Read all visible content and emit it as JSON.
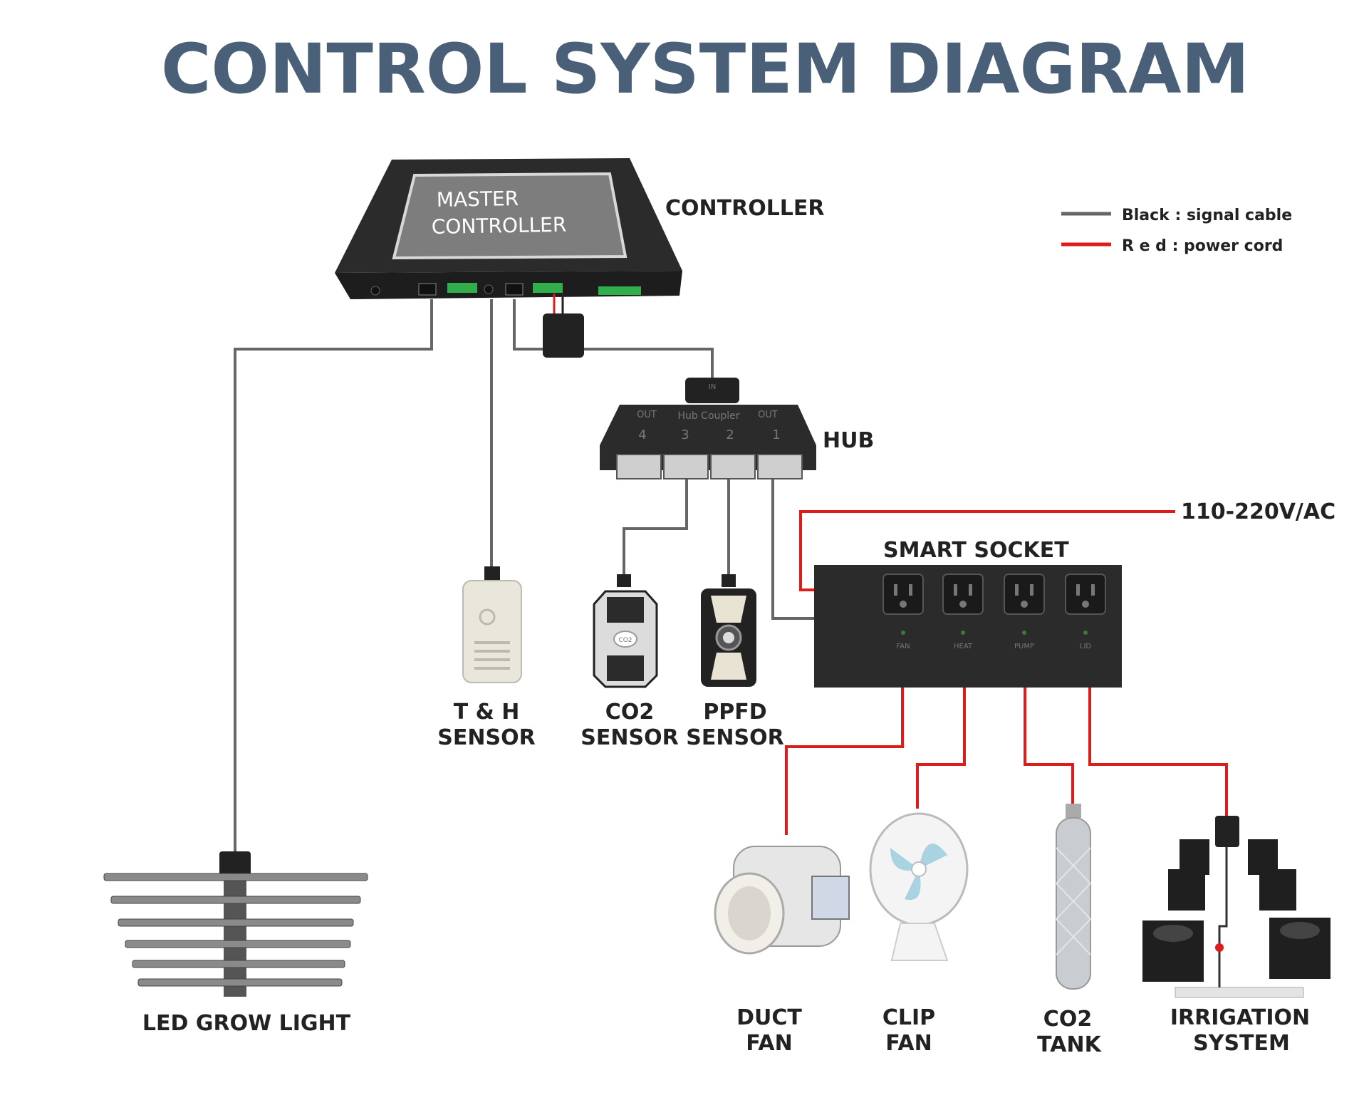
{
  "title": "CONTROL SYSTEM DIAGRAM",
  "legend": {
    "signal": {
      "label": "Black : signal cable",
      "color": "#666666"
    },
    "power": {
      "label": "R e d : power cord",
      "color": "#dd1c1c"
    }
  },
  "controller": {
    "screen_line1": "MASTER",
    "screen_line2": "CONTROLLER",
    "label": "CONTROLLER"
  },
  "hub": {
    "label": "HUB",
    "body_text": "Hub Coupler",
    "in_text": "IN",
    "out_text": "OUT",
    "ports": [
      "4",
      "3",
      "2",
      "1"
    ]
  },
  "power_input": {
    "label": "110-220V/AC"
  },
  "smart_socket": {
    "label": "SMART SOCKET",
    "outlets": [
      "FAN",
      "HEAT",
      "PUMP",
      "LID"
    ]
  },
  "sensors": [
    {
      "line1": "T & H",
      "line2": "SENSOR"
    },
    {
      "line1": "CO2",
      "line2": "SENSOR",
      "device_text": "CO2"
    },
    {
      "line1": "PPFD",
      "line2": "SENSOR"
    }
  ],
  "grow_light": {
    "label": "LED GROW LIGHT"
  },
  "devices": [
    {
      "line1": "DUCT",
      "line2": "FAN"
    },
    {
      "line1": "CLIP",
      "line2": "FAN"
    },
    {
      "line1": "CO2",
      "line2": "TANK"
    },
    {
      "line1": "IRRIGATION",
      "line2": "SYSTEM"
    }
  ],
  "colors": {
    "title": "#4a5f78",
    "signal_cable": "#666666",
    "power_cord": "#dd1c1c",
    "device_body": "#2b2b2b"
  }
}
